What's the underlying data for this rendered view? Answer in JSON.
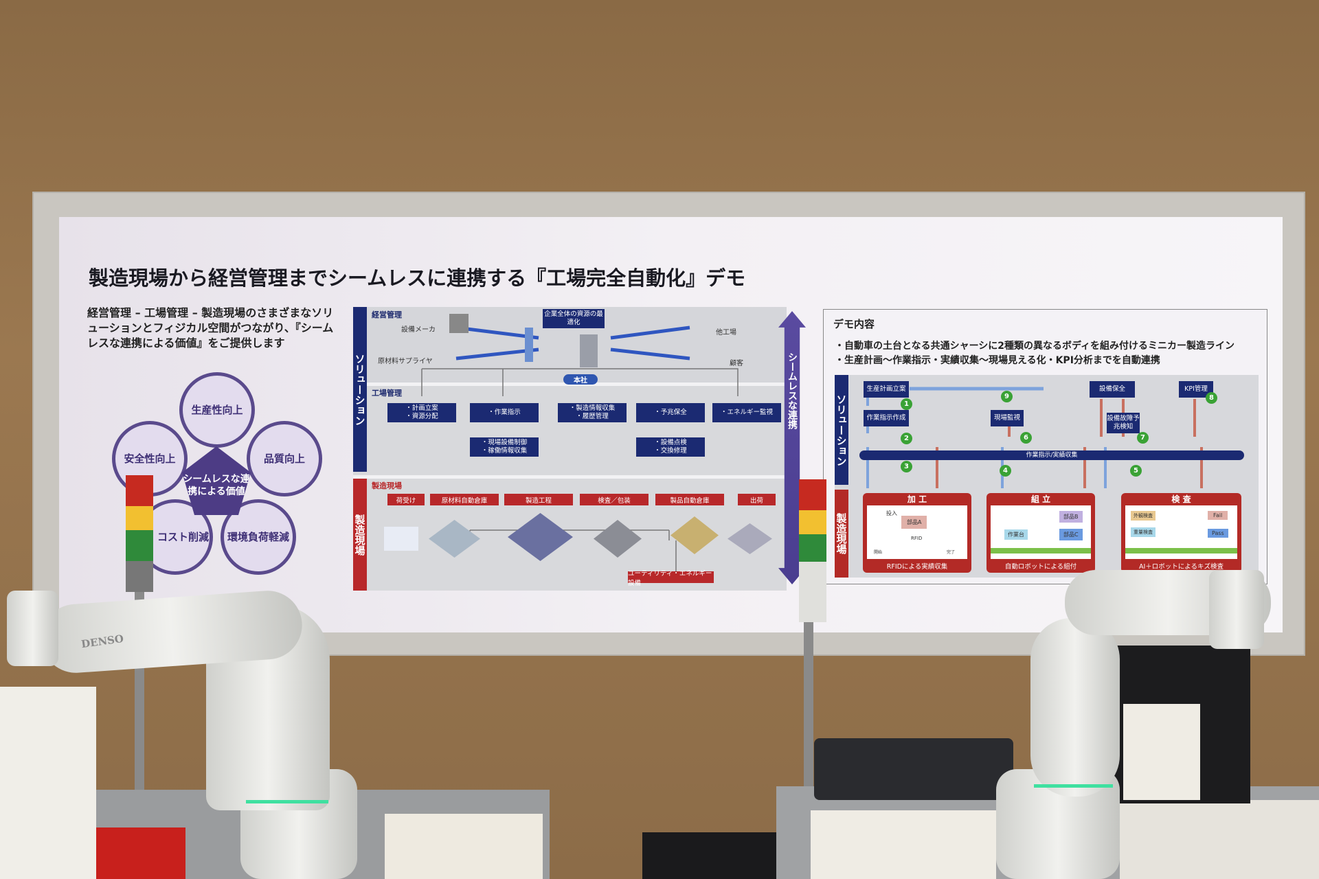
{
  "poster": {
    "title": "製造現場から経営管理までシームレスに連携する『工場完全自動化』デモ",
    "intro": "経営管理 – 工場管理 – 製造現場のさまざまなソリューションとフィジカル空間がつながり、『シームレスな連携による価値』をご提供します",
    "values": {
      "center": "シームレスな連携による価値",
      "items": [
        "生産性向上",
        "品質向上",
        "環境負荷軽減",
        "コスト削減",
        "安全性向上"
      ]
    },
    "diagram": {
      "side_solution": "ソリューション",
      "side_site": "製造現場",
      "seamless": "シームレスな連携",
      "management": {
        "label": "経営管理",
        "optimize": "企業全体の資源の最適化",
        "hq": "本社",
        "equipment_maker": "設備メーカ",
        "supplier": "原材料サプライヤ",
        "other_factory": "他工場",
        "customer": "顧客"
      },
      "factory": {
        "label": "工場管理",
        "boxes": [
          "・計画立案\n・資源分配",
          "・作業指示",
          "・製造情報収集\n・履歴管理",
          "・予兆保全",
          "・エネルギー監視",
          "・現場設備制御\n・稼働情報収集",
          "・設備点検\n・交換修理"
        ]
      },
      "site": {
        "label": "製造現場",
        "steps": [
          "荷受け",
          "原材料自動倉庫",
          "製造工程",
          "検査／包装",
          "製品自動倉庫",
          "出荷"
        ],
        "utility": "ユーティリティ・エネルギー設備"
      }
    },
    "demo": {
      "heading": "デモ内容",
      "bullets": [
        "・自動車の土台となる共通シャーシに2種類の異なるボディを組み付けるミニカー製造ライン",
        "・生産計画～作業指示・実績収集～現場見える化・KPI分析までを自動連携"
      ],
      "side_solution": "ソリューション",
      "side_site": "製造現場",
      "boxes": {
        "plan": "生産計画立案",
        "instruction": "作業指示作成",
        "monitor": "現場監視",
        "maintenance": "設備保全",
        "failure": "設備故障予兆検知",
        "kpi": "KPI管理"
      },
      "bus": "作業指示/実績収集",
      "steps": [
        "1",
        "2",
        "3",
        "4",
        "5",
        "6",
        "7",
        "8",
        "9"
      ],
      "stages": [
        {
          "title": "加 工",
          "footer": "RFIDによる実績収集",
          "items": [
            "投入",
            "部品A",
            "RFID",
            "開始",
            "完了"
          ]
        },
        {
          "title": "組 立",
          "footer": "自動ロボットによる組付",
          "items": [
            "作業台",
            "部品B",
            "部品C"
          ]
        },
        {
          "title": "検 査",
          "footer": "AI＋ロボットによるキズ検査",
          "items": [
            "外観検査",
            "重量検査",
            "Fail",
            "Pass"
          ]
        }
      ]
    }
  },
  "robot_brand": "DENSO",
  "colors": {
    "navy": "#1b2a72",
    "red": "#b8282a",
    "purple": "#4d3c85",
    "green": "#3aa235",
    "wall": "#9b7850"
  }
}
